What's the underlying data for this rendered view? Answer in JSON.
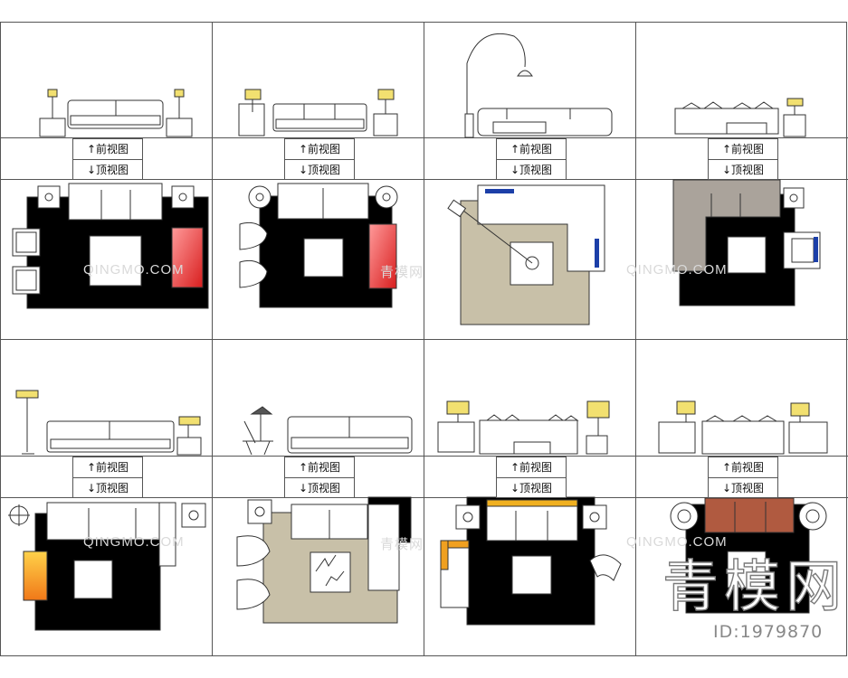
{
  "labels": {
    "front": "↑前视图",
    "top": "↓顶视图"
  },
  "watermarks": {
    "site": "QINGMO.COM",
    "brand": "青模网"
  },
  "big_watermark": "青模网",
  "id_tag": "ID:1979870",
  "colors": {
    "rug_black": "#000000",
    "rug_beige": "#c8c0a8",
    "accent_red": "#e23a3a",
    "accent_blue": "#1c3fa8",
    "accent_orange": "#f0a020",
    "sofa_brown": "#b05a40",
    "sofa_grey": "#aaa39b",
    "line": "#555555"
  }
}
